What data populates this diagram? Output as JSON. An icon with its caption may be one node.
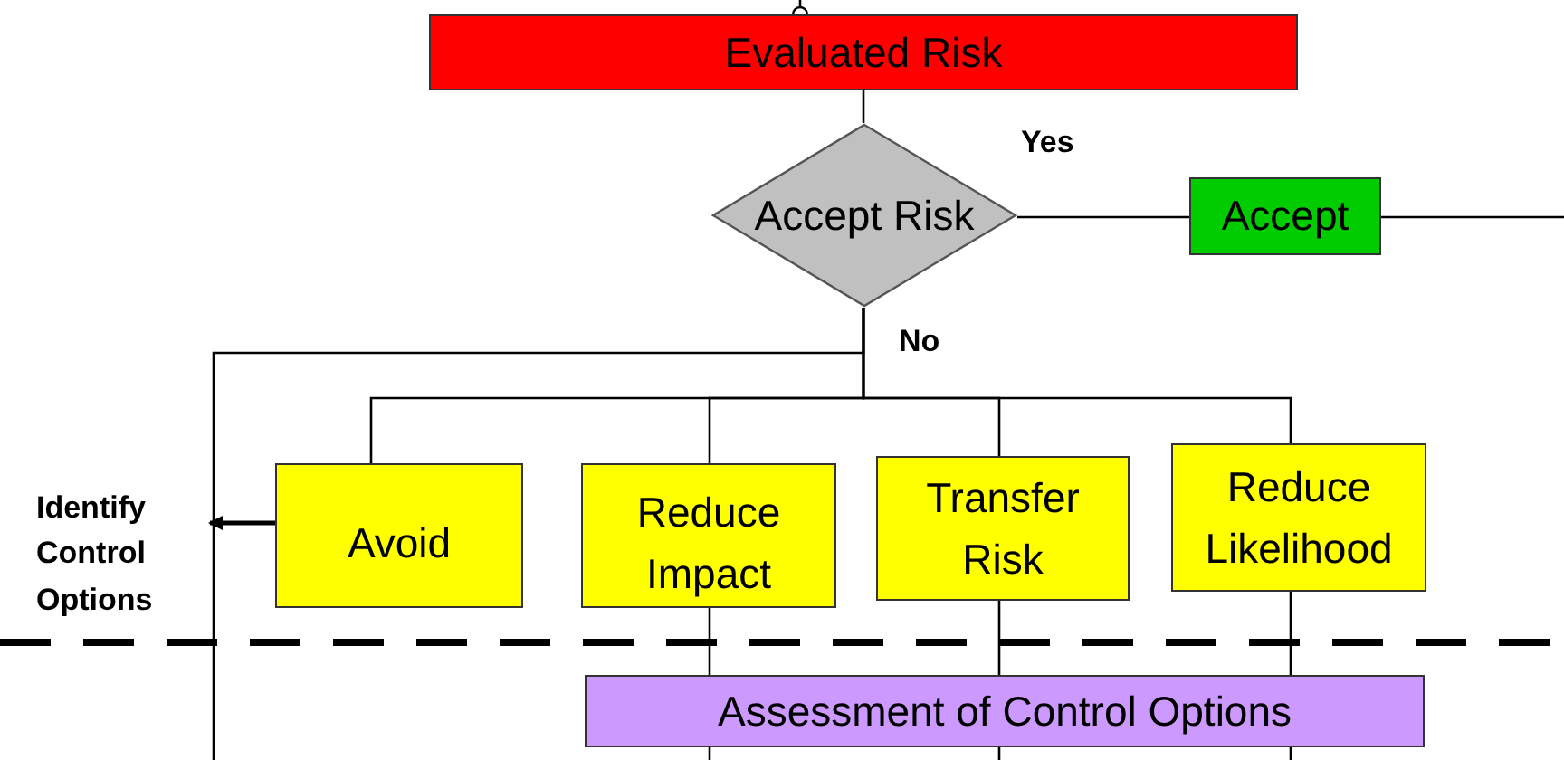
{
  "diagram": {
    "nodes": [
      {
        "text": [
          "Evaluated Risk"
        ]
      },
      {
        "text": [
          "Accept Risk"
        ],
        "beside": [
          "No"
        ]
      },
      {
        "text": [
          "Accept"
        ]
      },
      {
        "text": [
          "Avoid"
        ]
      },
      {
        "text": [
          "Identify Control Options"
        ]
      },
      {
        "text": [
          "Reduce Impact"
        ]
      },
      {
        "text": [
          "Transfer Risk"
        ]
      },
      {
        "text": [
          "Reduce Likelihood"
        ]
      },
      {
        "text": [
          "Assessment of Control Options"
        ]
      }
    ],
    "edges": [
      {
        "from": null,
        "to": 0,
        "arrow": "other"
      },
      {
        "from": 0,
        "to": 1,
        "arrow": "none"
      },
      {
        "from": 1,
        "to": 2,
        "arrow": "none",
        "label": "Yes"
      },
      {
        "from": 2,
        "to": null,
        "arrow": "none"
      },
      {
        "from": 1,
        "to": null,
        "arrow": "none"
      },
      {
        "from": 1,
        "to": 3,
        "arrow": "none"
      },
      {
        "from": 1,
        "to": 5,
        "arrow": "none"
      },
      {
        "from": 1,
        "to": 6,
        "arrow": "none"
      },
      {
        "from": 1,
        "to": 7,
        "arrow": "none"
      },
      {
        "from": 3,
        "to": 4,
        "arrow": "to"
      },
      {
        "from": 5,
        "to": 8,
        "arrow": "none"
      },
      {
        "from": 6,
        "to": 8,
        "arrow": "none"
      },
      {
        "from": 7,
        "to": 8,
        "arrow": "none"
      },
      {
        "from": 8,
        "to": null,
        "arrow": "none"
      },
      {
        "from": 8,
        "to": null,
        "arrow": "none"
      },
      {
        "from": 8,
        "to": null,
        "arrow": "none"
      }
    ]
  }
}
